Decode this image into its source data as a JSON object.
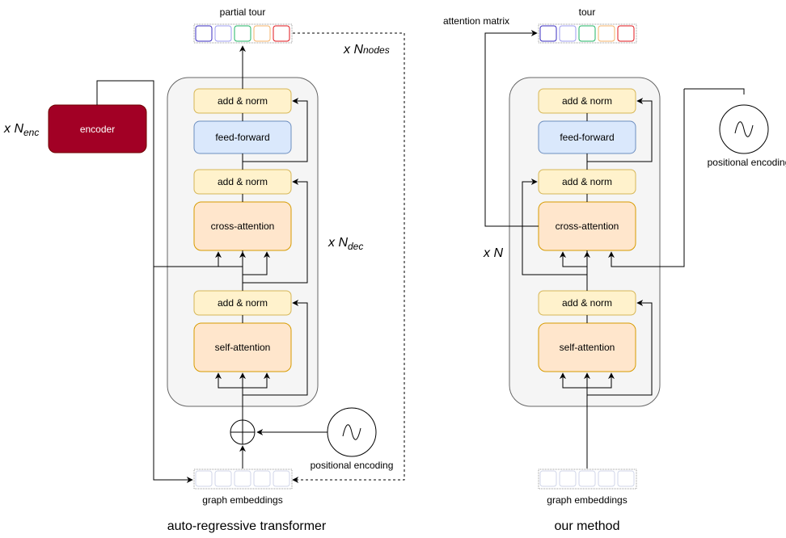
{
  "left": {
    "caption": "auto-regressive transformer",
    "output_label": "partial tour",
    "input_label": "graph embeddings",
    "posenc_label": "positional encoding",
    "encoder_label": "encoder",
    "enc_mult": {
      "prefix": "x N",
      "sub": "enc"
    },
    "dec_mult": {
      "prefix": "x N",
      "sub": "dec"
    },
    "nodes_mult": {
      "prefix": "x N",
      "sub": "nodes"
    },
    "blocks": {
      "norm3": "add & norm",
      "ff": "feed-forward",
      "norm2": "add & norm",
      "cross": "cross-attention",
      "norm1": "add & norm",
      "self": "self-attention"
    }
  },
  "right": {
    "caption": "our method",
    "output_label": "tour",
    "input_label": "graph embeddings",
    "posenc_label": "positional encoding",
    "attn_label": "attention matrix",
    "mult": "x N",
    "blocks": {
      "norm3": "add & norm",
      "ff": "feed-forward",
      "norm2": "add & norm",
      "cross": "cross-attention",
      "norm1": "add & norm",
      "self": "self-attention"
    }
  },
  "colors": {
    "encoder_fill": "#a20025",
    "norm_fill": "#fff2cc",
    "norm_stroke": "#d6b656",
    "ff_fill": "#dae8fc",
    "ff_stroke": "#6c8ebf",
    "attn_fill": "#ffe6cc",
    "attn_stroke": "#d79b00",
    "container_fill": "#f5f5f5",
    "container_stroke": "#666666",
    "tour_cells": [
      "#3a2ec0",
      "#9e9cf0",
      "#22b566",
      "#f5b36a",
      "#e0161b"
    ],
    "embedding_cell": "#d0d6e8"
  }
}
